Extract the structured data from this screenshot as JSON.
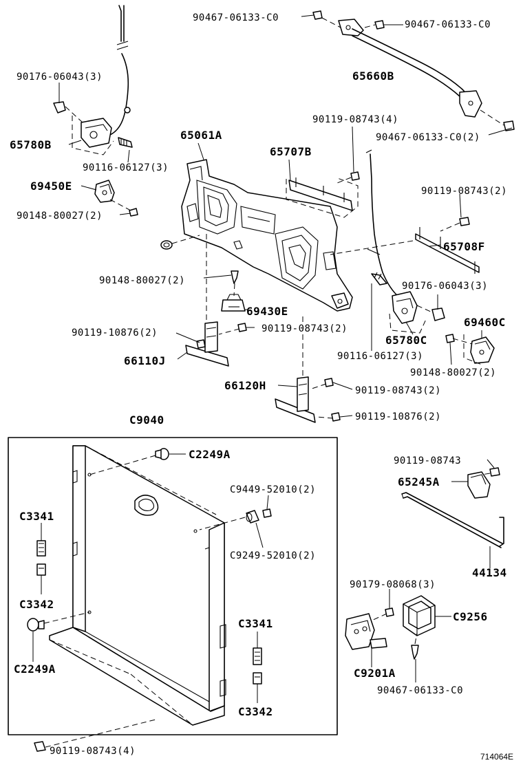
{
  "labels": {
    "l1": "90467-06133-C0",
    "l2": "90467-06133-C0",
    "l3": "65660B",
    "l4": "90176-06043(3)",
    "l5": "65780B",
    "l6": "90116-06127(3)",
    "l7": "65061A",
    "l8": "65707B",
    "l9": "90119-08743(4)",
    "l10": "90467-06133-C0(2)",
    "l11": "69450E",
    "l12": "90148-80027(2)",
    "l13": "90119-08743(2)",
    "l14": "65708F",
    "l15": "90148-80027(2)",
    "l16": "90176-06043(3)",
    "l17": "69430E",
    "l18": "90119-10876(2)",
    "l19": "90119-08743(2)",
    "l20": "65780C",
    "l21": "69460C",
    "l22": "66110J",
    "l23": "90116-06127(3)",
    "l24": "90148-80027(2)",
    "l25": "66120H",
    "l26": "90119-08743(2)",
    "l27": "90119-10876(2)",
    "l28": "C9040",
    "l29": "C2249A",
    "l30": "C9449-52010(2)",
    "l31": "C3341",
    "l32": "C9249-52010(2)",
    "l33": "C3342",
    "l34": "C2249A",
    "l35": "C3341",
    "l36": "C3342",
    "l37": "90119-08743(4)",
    "l38": "90119-08743",
    "l39": "65245A",
    "l40": "44134",
    "l41": "90179-08068(3)",
    "l42": "C9256",
    "l43": "C9201A",
    "l44": "90467-06133-C0"
  },
  "drawing_code": "714064E"
}
